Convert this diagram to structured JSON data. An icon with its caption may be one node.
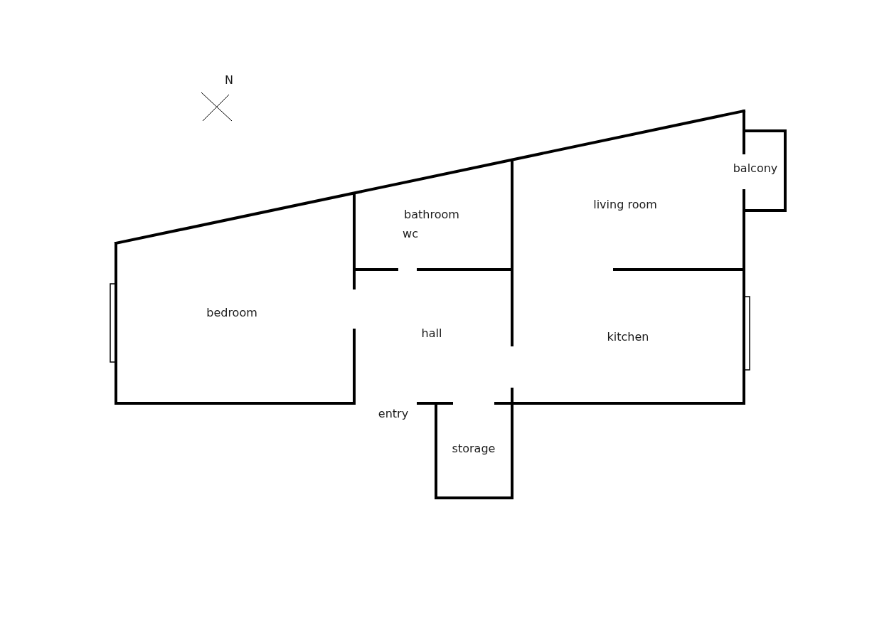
{
  "diagram": {
    "labels": [
      "N",
      "balcony",
      "living room",
      "bathroom",
      "wc",
      "bedroom",
      "hall",
      "kitchen",
      "entry",
      "storage"
    ]
  }
}
